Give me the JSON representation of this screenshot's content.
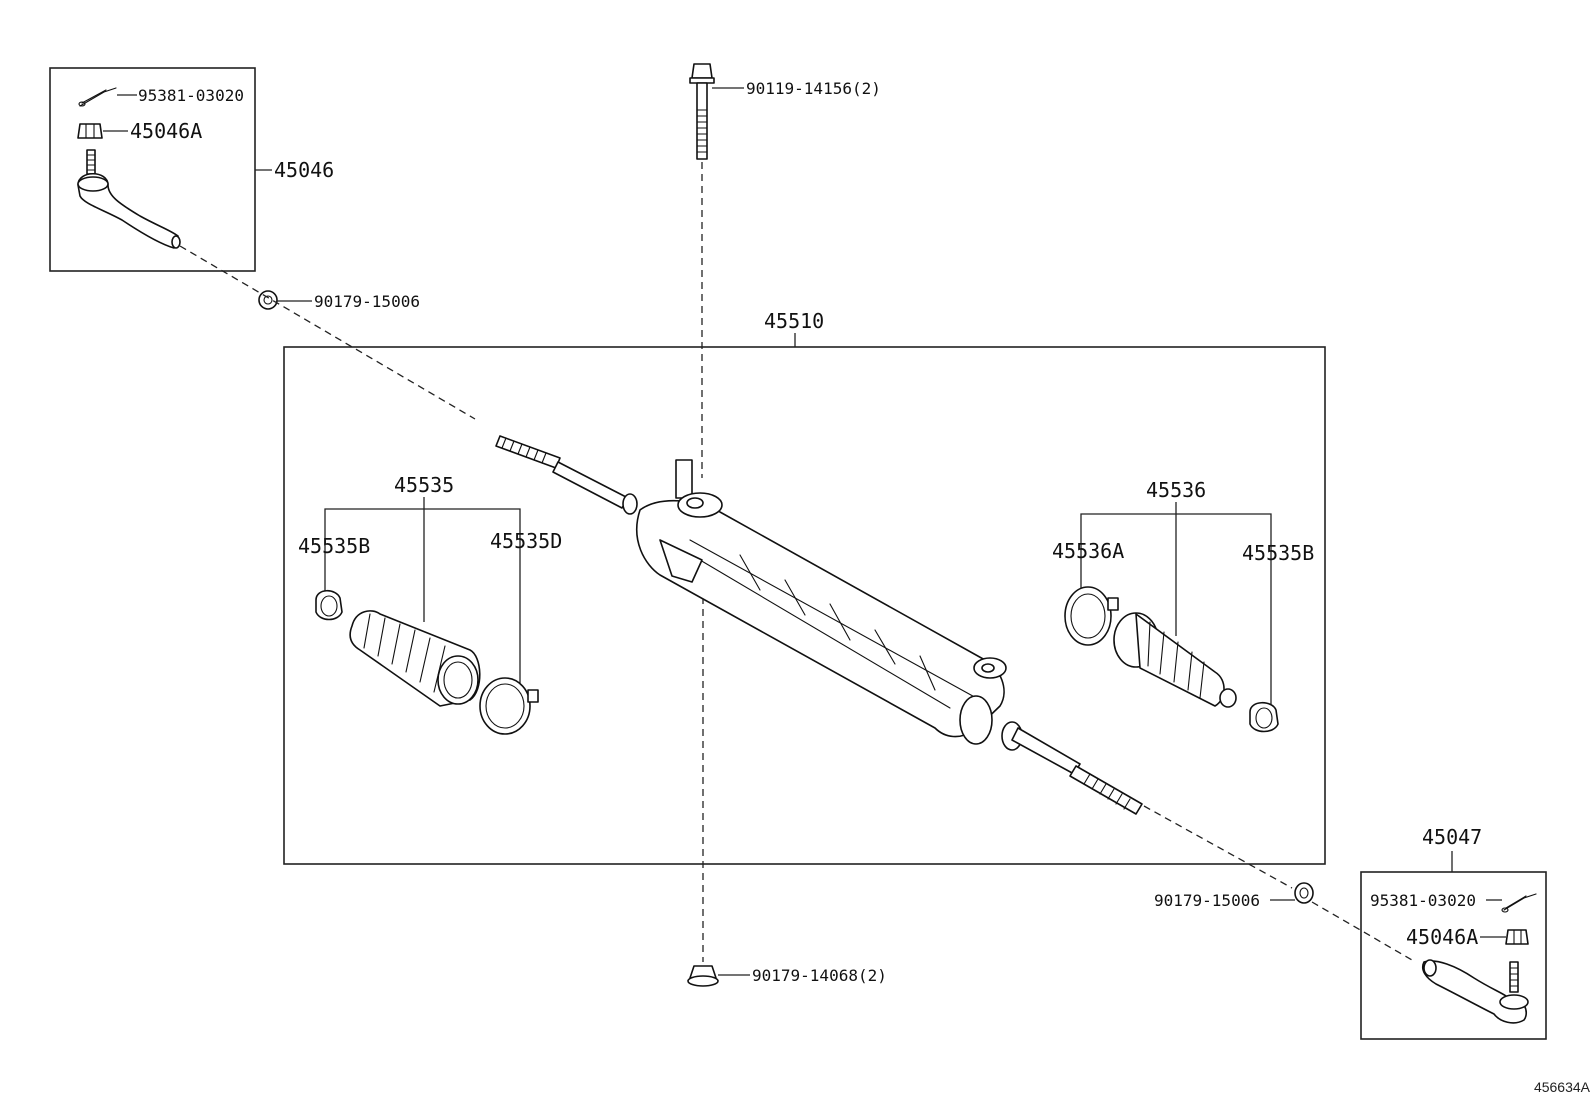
{
  "labels": {
    "cotter_pin_left": "95381-03020",
    "nut_left": "45046A",
    "tie_rod_end_left": "45046",
    "nut_90179_left": "90179-15006",
    "bolt_top": "90119-14156(2)",
    "rack_assembly": "45510",
    "boot_kit_left": "45535",
    "clip_left": "45535B",
    "clamp_left": "45535D",
    "boot_kit_right": "45536",
    "clamp_right": "45536A",
    "clip_right": "45535B",
    "tie_rod_end_right": "45047",
    "nut_90179_right": "90179-15006",
    "cotter_pin_right": "95381-03020",
    "nut_right": "45046A",
    "nut_bottom": "90179-14068(2)"
  },
  "figure_code": "456634A"
}
